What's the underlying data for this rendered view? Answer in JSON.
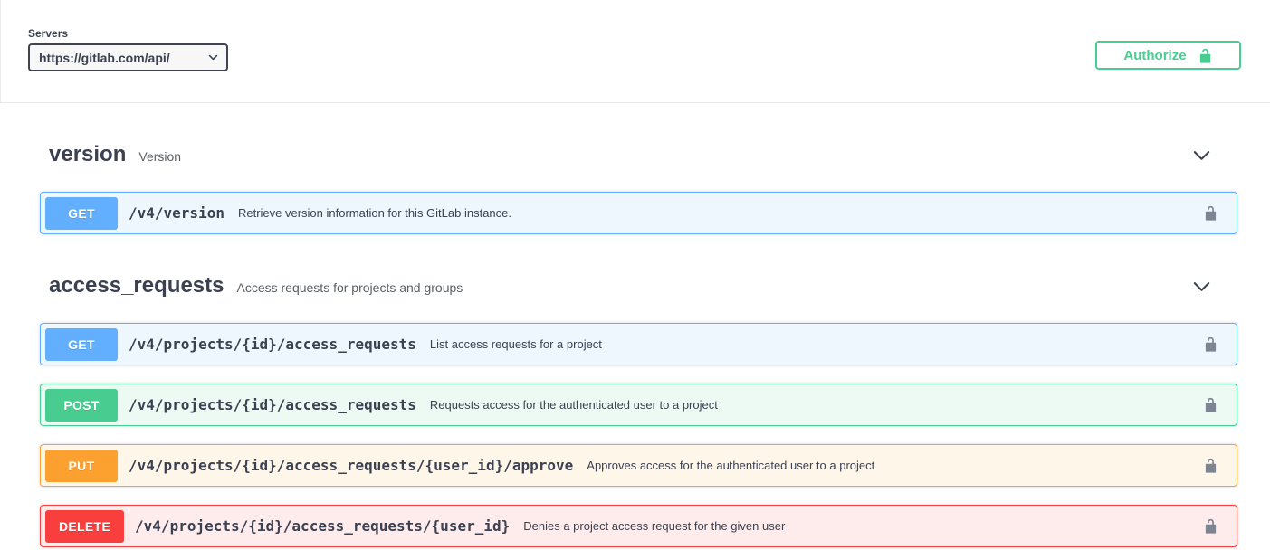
{
  "topbar": {
    "servers_label": "Servers",
    "server_url": "https://gitlab.com/api/",
    "authorize_label": "Authorize"
  },
  "sections": [
    {
      "name": "version",
      "description": "Version",
      "endpoints": [
        {
          "method": "GET",
          "path": "/v4/version",
          "summary": "Retrieve version information for this GitLab instance."
        }
      ]
    },
    {
      "name": "access_requests",
      "description": "Access requests for projects and groups",
      "endpoints": [
        {
          "method": "GET",
          "path": "/v4/projects/{id}/access_requests",
          "summary": "List access requests for a project"
        },
        {
          "method": "POST",
          "path": "/v4/projects/{id}/access_requests",
          "summary": "Requests access for the authenticated user to a project"
        },
        {
          "method": "PUT",
          "path": "/v4/projects/{id}/access_requests/{user_id}/approve",
          "summary": "Approves access for the authenticated user to a project"
        },
        {
          "method": "DELETE",
          "path": "/v4/projects/{id}/access_requests/{user_id}",
          "summary": "Denies a project access request for the given user"
        }
      ]
    }
  ],
  "colors": {
    "get": "#61affe",
    "post": "#49cc90",
    "put": "#fca130",
    "delete": "#f93e3e",
    "authorize_accent": "#49cc90",
    "heading_text": "#3b4151",
    "lock_gray": "#7d8492"
  }
}
